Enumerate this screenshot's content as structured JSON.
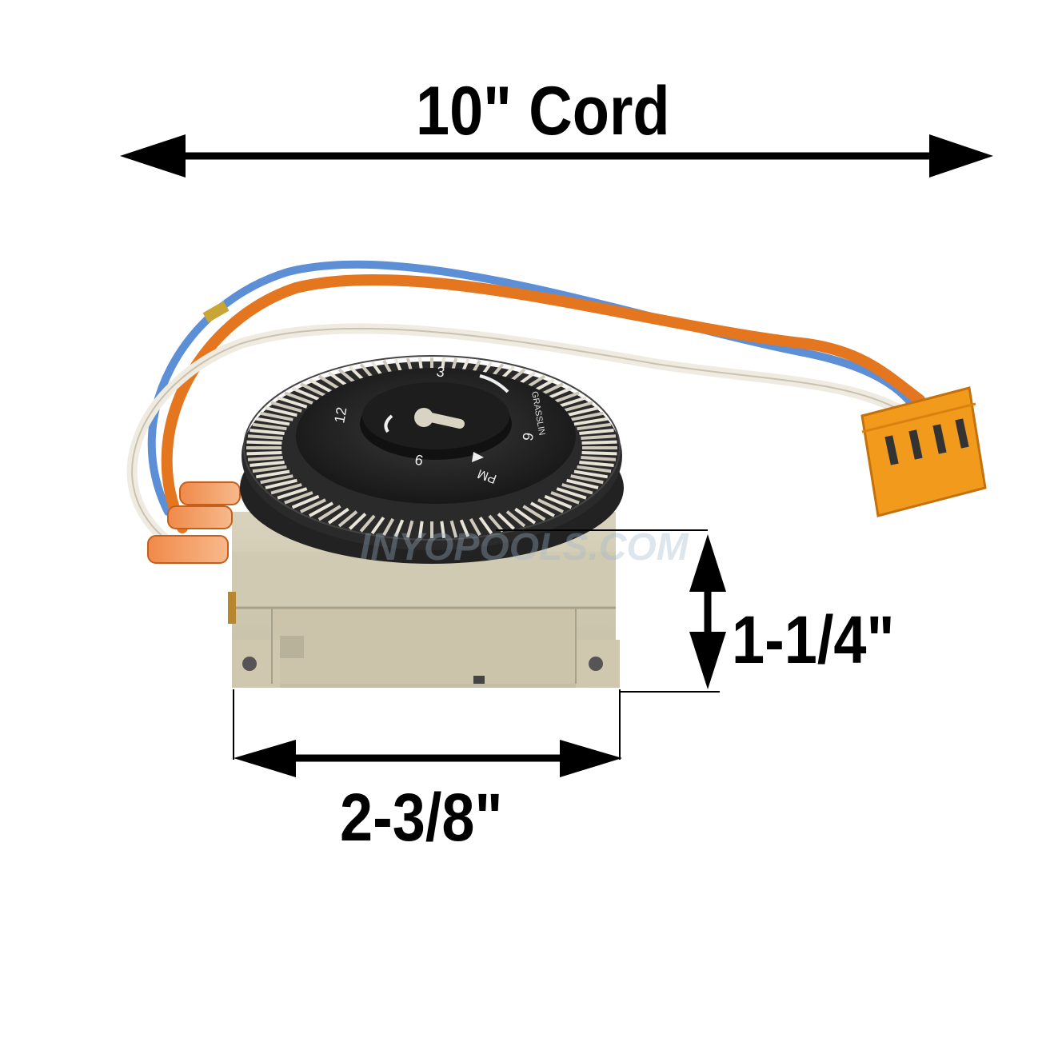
{
  "dimensions": {
    "cord_length": "10\" Cord",
    "height": "1-1/4\"",
    "width": "2-3/8\""
  },
  "watermark": "INYOPOOLS.COM",
  "dial_text": {
    "brand": "GRASSLIN",
    "pm": "PM",
    "hour_numbers": [
      "12",
      "3",
      "6",
      "9"
    ]
  }
}
